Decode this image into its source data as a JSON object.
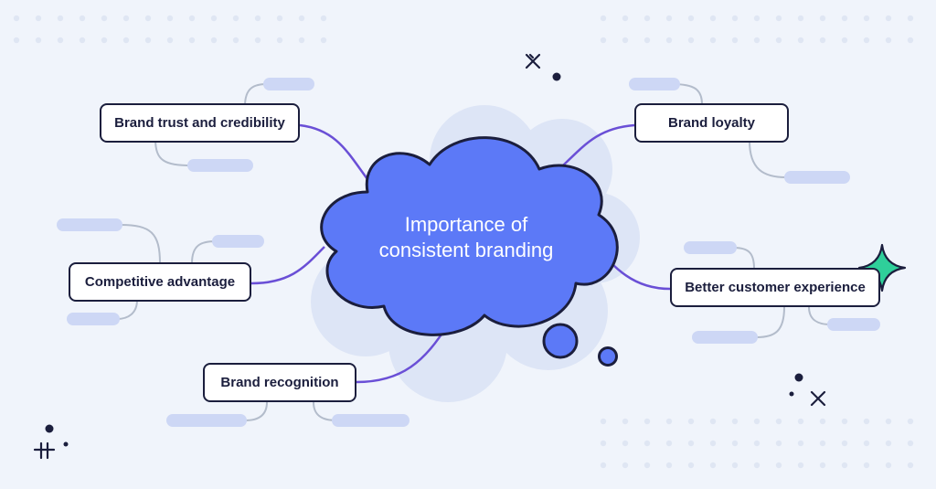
{
  "diagram": {
    "center": {
      "line1": "Importance of",
      "line2": "consistent branding"
    },
    "nodes": [
      {
        "id": "brand-trust",
        "label": "Brand trust and credibility"
      },
      {
        "id": "brand-loyalty",
        "label": "Brand loyalty"
      },
      {
        "id": "competitive-advantage",
        "label": "Competitive advantage"
      },
      {
        "id": "better-customer-experience",
        "label": "Better customer experience"
      },
      {
        "id": "brand-recognition",
        "label": "Brand recognition"
      }
    ]
  },
  "colors": {
    "background": "#f0f4fb",
    "cloud": "#5c79f7",
    "cloud_outline": "#1b1e3d",
    "cloud_shadow": "#dde5f6",
    "connector": "#6a4fd6",
    "branch": "#b3bccb",
    "pill": "#cdd7f5",
    "dots": "#dfe6f3",
    "accent_star": "#2fcf9a",
    "ink": "#1b1e3d"
  }
}
